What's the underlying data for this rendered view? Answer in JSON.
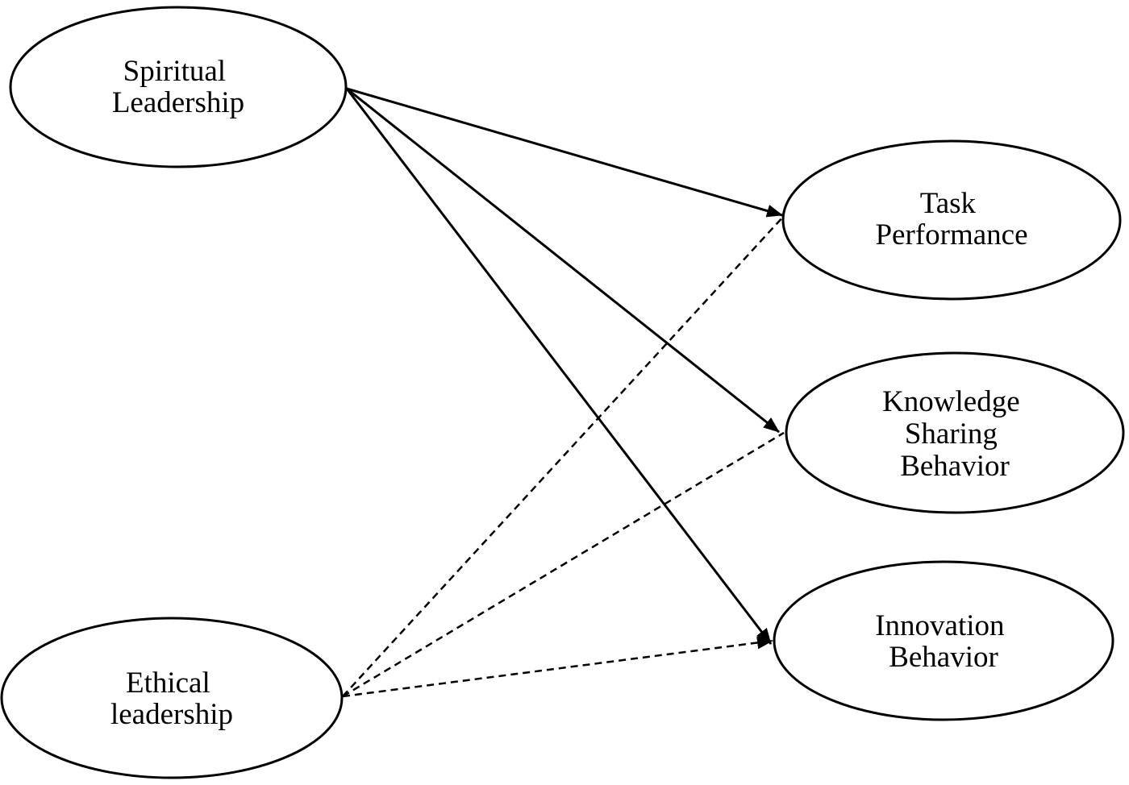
{
  "nodes": {
    "spiritual": {
      "lines": [
        "Spiritual",
        "Leadership"
      ]
    },
    "ethical": {
      "lines": [
        "Ethical",
        "leadership"
      ]
    },
    "task": {
      "lines": [
        "Task",
        "Performance"
      ]
    },
    "knowledge": {
      "lines": [
        "Knowledge",
        "Sharing",
        "Behavior"
      ]
    },
    "innovation": {
      "lines": [
        "Innovation",
        "Behavior"
      ]
    }
  },
  "edges": [
    {
      "from": "spiritual",
      "to": "task",
      "style": "solid"
    },
    {
      "from": "spiritual",
      "to": "knowledge",
      "style": "solid"
    },
    {
      "from": "spiritual",
      "to": "innovation",
      "style": "solid"
    },
    {
      "from": "ethical",
      "to": "task",
      "style": "dashed"
    },
    {
      "from": "ethical",
      "to": "knowledge",
      "style": "dashed"
    },
    {
      "from": "ethical",
      "to": "innovation",
      "style": "dashed"
    }
  ]
}
